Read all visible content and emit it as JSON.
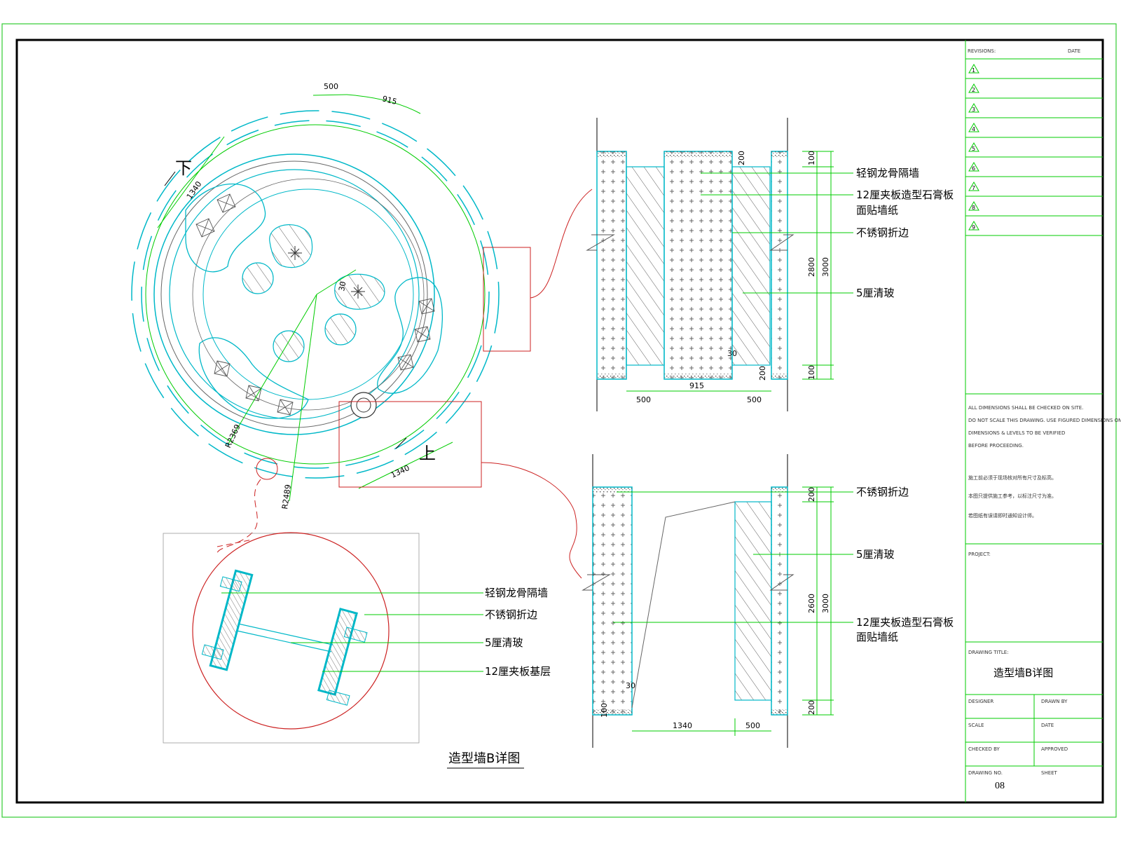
{
  "colors": {
    "frame": "#000000",
    "outer_border": "#33cc33",
    "cyan": "#00b8c8",
    "green": "#00cc00",
    "red": "#cc2222",
    "hatch": "#222222"
  },
  "plan": {
    "dims": [
      "500",
      "915",
      "1340",
      "1340",
      "30",
      "R2369",
      "R2489"
    ],
    "arrow_down": "下",
    "arrow_up": "上"
  },
  "section_top": {
    "labels": [
      "轻钢龙骨隔墙",
      "12厘夹板造型石膏板",
      "面贴墙纸",
      "不锈钢折边",
      "5厘清玻"
    ],
    "vdims": [
      "100",
      "200",
      "2800",
      "3000",
      "100",
      "200"
    ],
    "hdims": [
      "500",
      "915",
      "500"
    ],
    "small": [
      "30"
    ]
  },
  "section_bottom": {
    "labels": [
      "不锈钢折边",
      "5厘清玻",
      "12厘夹板造型石膏板",
      "面贴墙纸"
    ],
    "vdims": [
      "200",
      "2600",
      "3000",
      "200",
      "100"
    ],
    "hdims": [
      "1340",
      "500"
    ],
    "small": [
      "30"
    ]
  },
  "detail": {
    "labels": [
      "轻钢龙骨隔墙",
      "不锈钢折边",
      "5厘清玻",
      "12厘夹板基层"
    ]
  },
  "drawing_caption": "造型墙B详图",
  "title_block": {
    "revisions_header": "REVISIONS:",
    "date_header": "DATE",
    "revisions": [
      "1",
      "2",
      "3",
      "4",
      "5",
      "6",
      "7",
      "8",
      "9"
    ],
    "notes_en": [
      "ALL DIMENSIONS SHALL BE CHECKED ON SITE.",
      "DO NOT SCALE THIS DRAWING. USE FIGURED DIMENSIONS ONLY.",
      "DIMENSIONS & LEVELS TO BE VERIFIED",
      "BEFORE PROCEEDING."
    ],
    "notes_cn": [
      "施工前必须于现场核对所有尺寸及标高。",
      "本图只提供施工参考，以标注尺寸为准。",
      "若图纸有误请即时通知设计师。"
    ],
    "project_label": "PROJECT:",
    "drawing_title_label": "DRAWING TITLE:",
    "drawing_title": "造型墙B详图",
    "fields": [
      "DESIGNER",
      "DRAWN BY",
      "SCALE",
      "DATE",
      "CHECKED BY",
      "APPROVED",
      "DRAWING NO.",
      "SHEET"
    ],
    "sheet_no": "08"
  }
}
